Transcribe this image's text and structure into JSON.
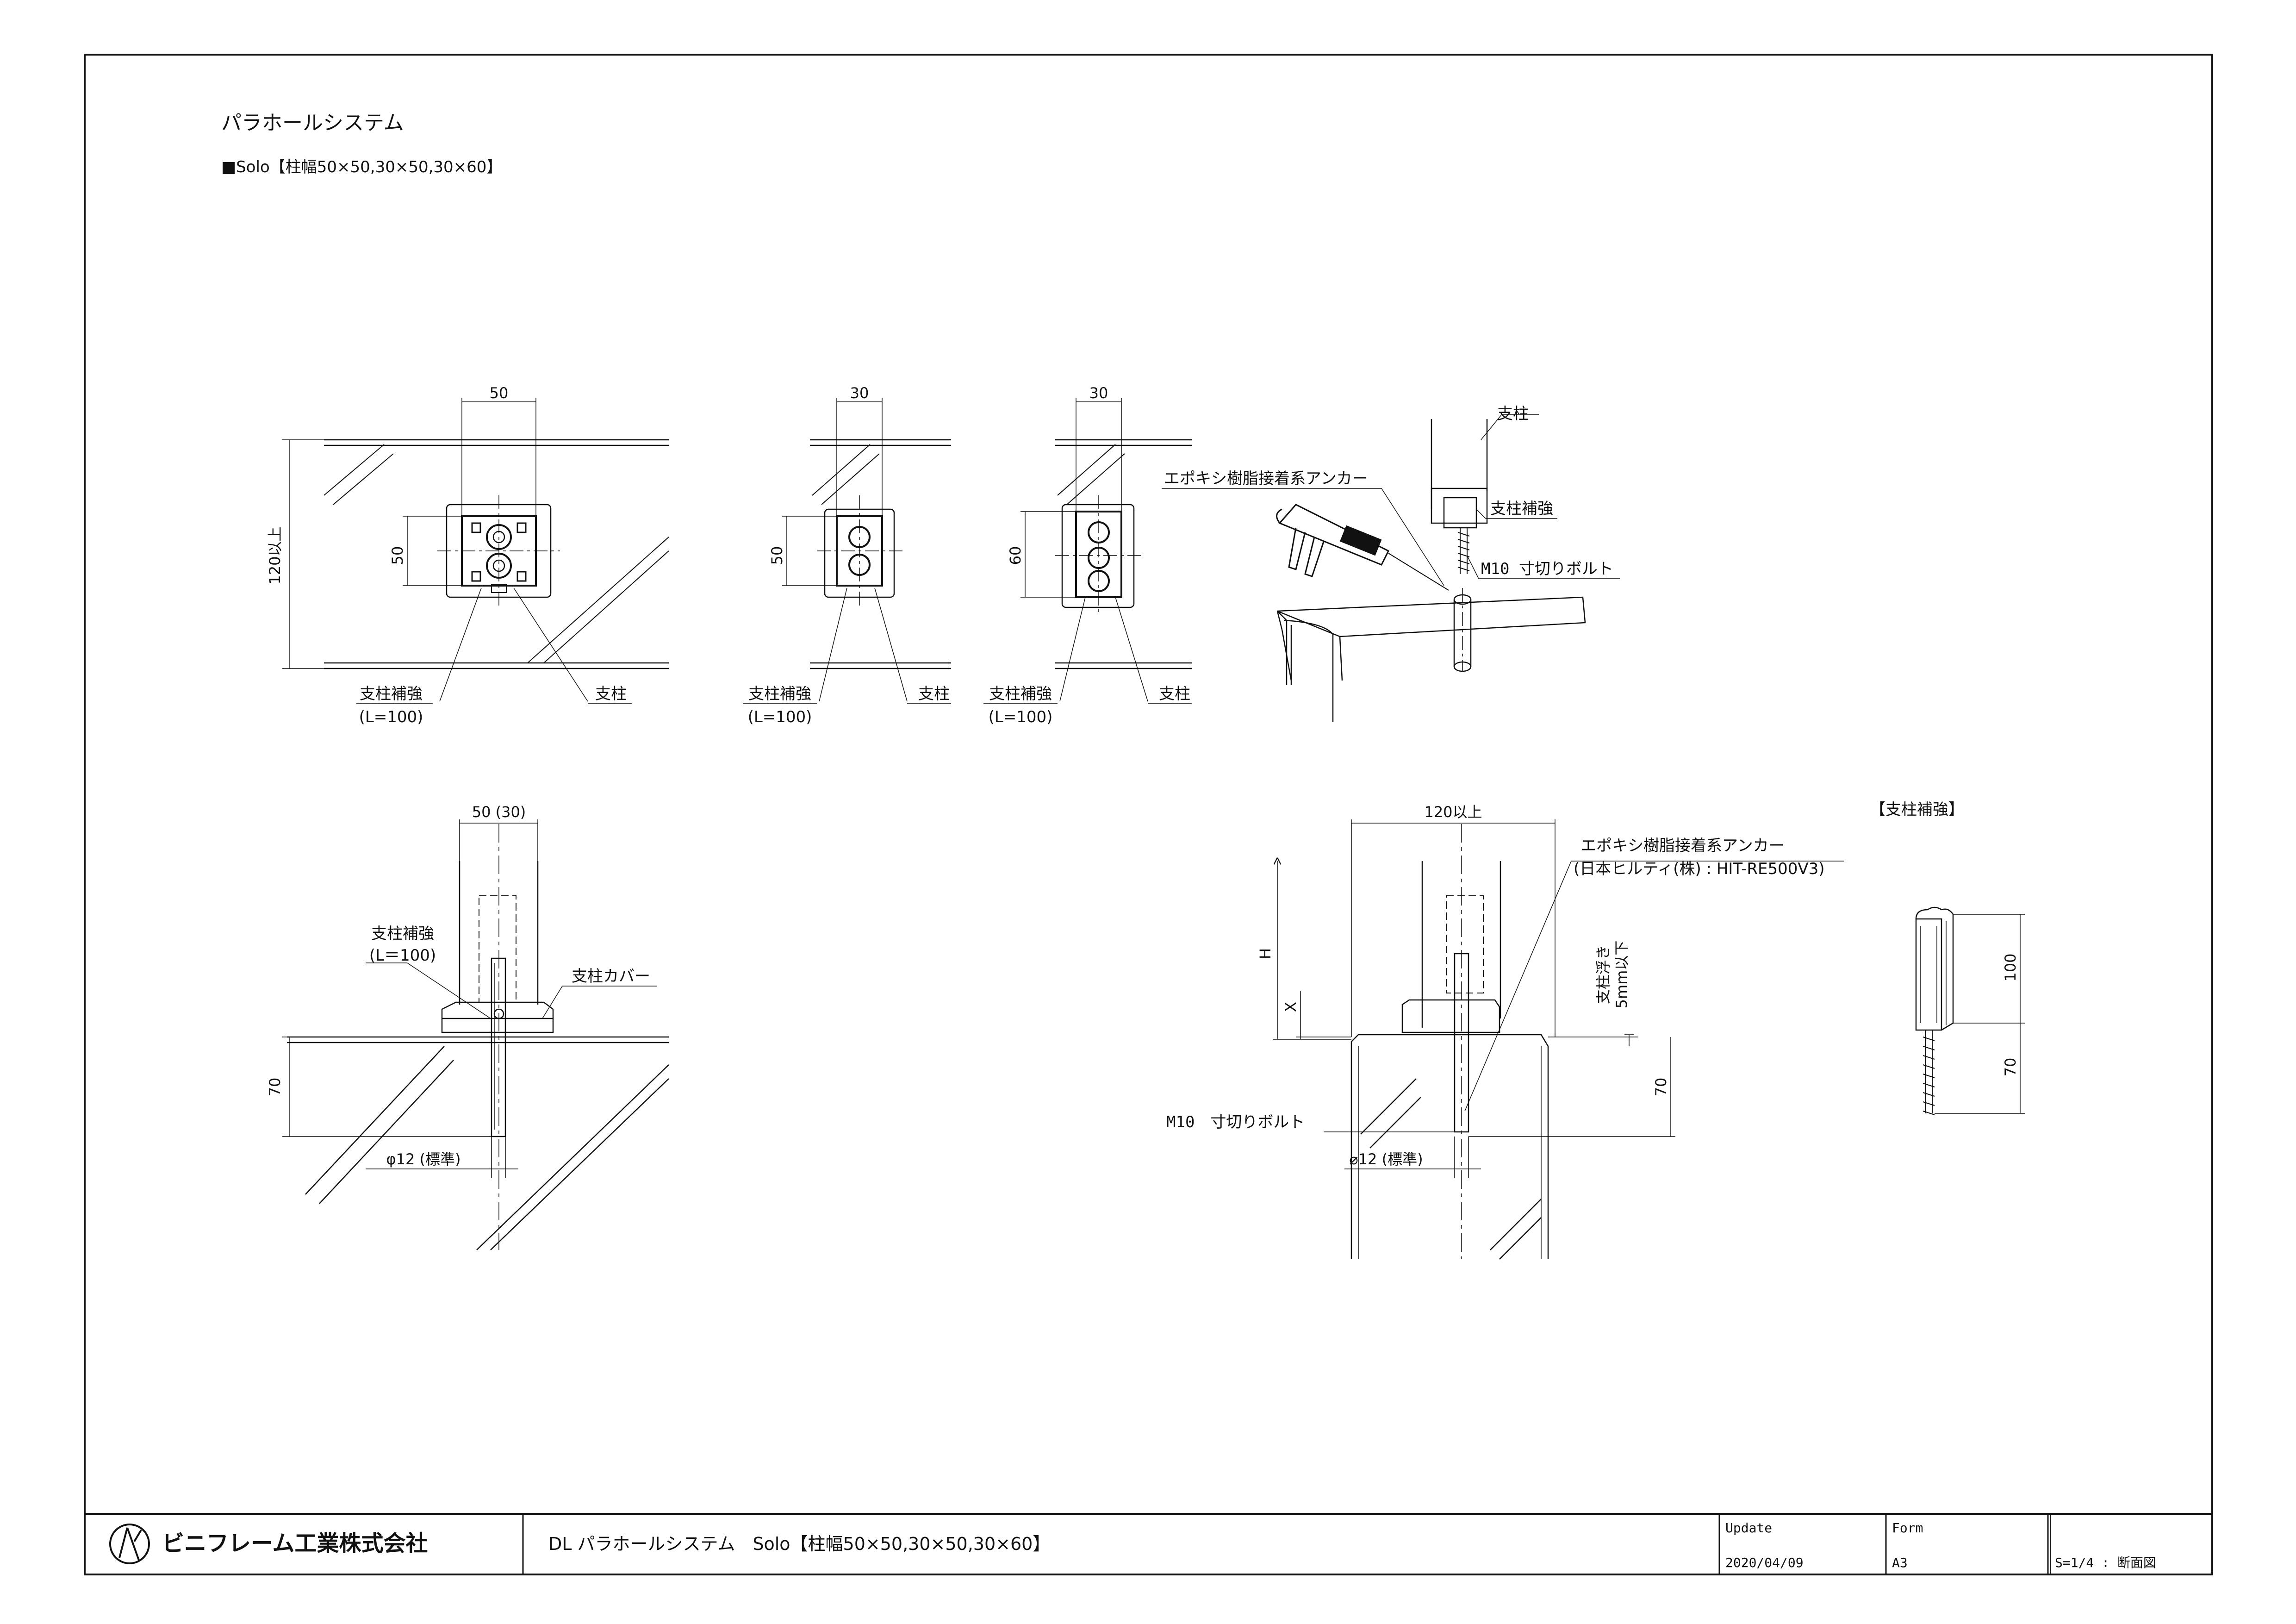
{
  "header": {
    "title": "パラホールシステム",
    "subtitle": "■Solo【柱幅50×50,30×50,30×60】"
  },
  "plan_views": [
    {
      "width_dim": "50",
      "depth_dim": "50",
      "overall_dim": "120以上",
      "reinforcement_label": "支柱補強",
      "reinforcement_length": "(L=100)",
      "post_label": "支柱"
    },
    {
      "width_dim": "30",
      "depth_dim": "50",
      "reinforcement_label": "支柱補強",
      "reinforcement_length": "(L=100)",
      "post_label": "支柱"
    },
    {
      "width_dim": "30",
      "depth_dim": "60",
      "reinforcement_label": "支柱補強",
      "reinforcement_length": "(L=100)",
      "post_label": "支柱"
    }
  ],
  "install_view": {
    "post": "支柱",
    "anchor": "エポキシ樹脂接着系アンカー",
    "reinforcement": "支柱補強",
    "bolt": "M10 寸切りボルト"
  },
  "section_left": {
    "width_dim": "50 (30)",
    "reinforcement_label": "支柱補強",
    "reinforcement_length": "(L＝100)",
    "cover_label": "支柱カバー",
    "depth_dim": "70",
    "hole_dim": "φ12 (標準)"
  },
  "section_right": {
    "width_dim": "120以上",
    "anchor_label": "エポキシ樹脂接着系アンカー",
    "anchor_product": "(日本ヒルティ(株) : HIT-RE500V3)",
    "h_label": "H",
    "x_label": "X",
    "float_label_1": "支柱浮き",
    "float_label_2": "5mm以下",
    "depth_dim": "70",
    "bolt_label": "M10　寸切りボルト",
    "hole_dim": "⌀12 (標準)"
  },
  "detail_reinforcement": {
    "title": "【支柱補強】",
    "dim_upper": "100",
    "dim_lower": "70"
  },
  "title_block": {
    "company": "ビニフレーム工業株式会社",
    "drawing_title": "DL パラホールシステム　Solo【柱幅50×50,30×50,30×60】",
    "update_label": "Update",
    "update_value": "2020/04/09",
    "form_label": "Form",
    "form_value": "A3",
    "scale": "S=1/4 : 断面図"
  }
}
